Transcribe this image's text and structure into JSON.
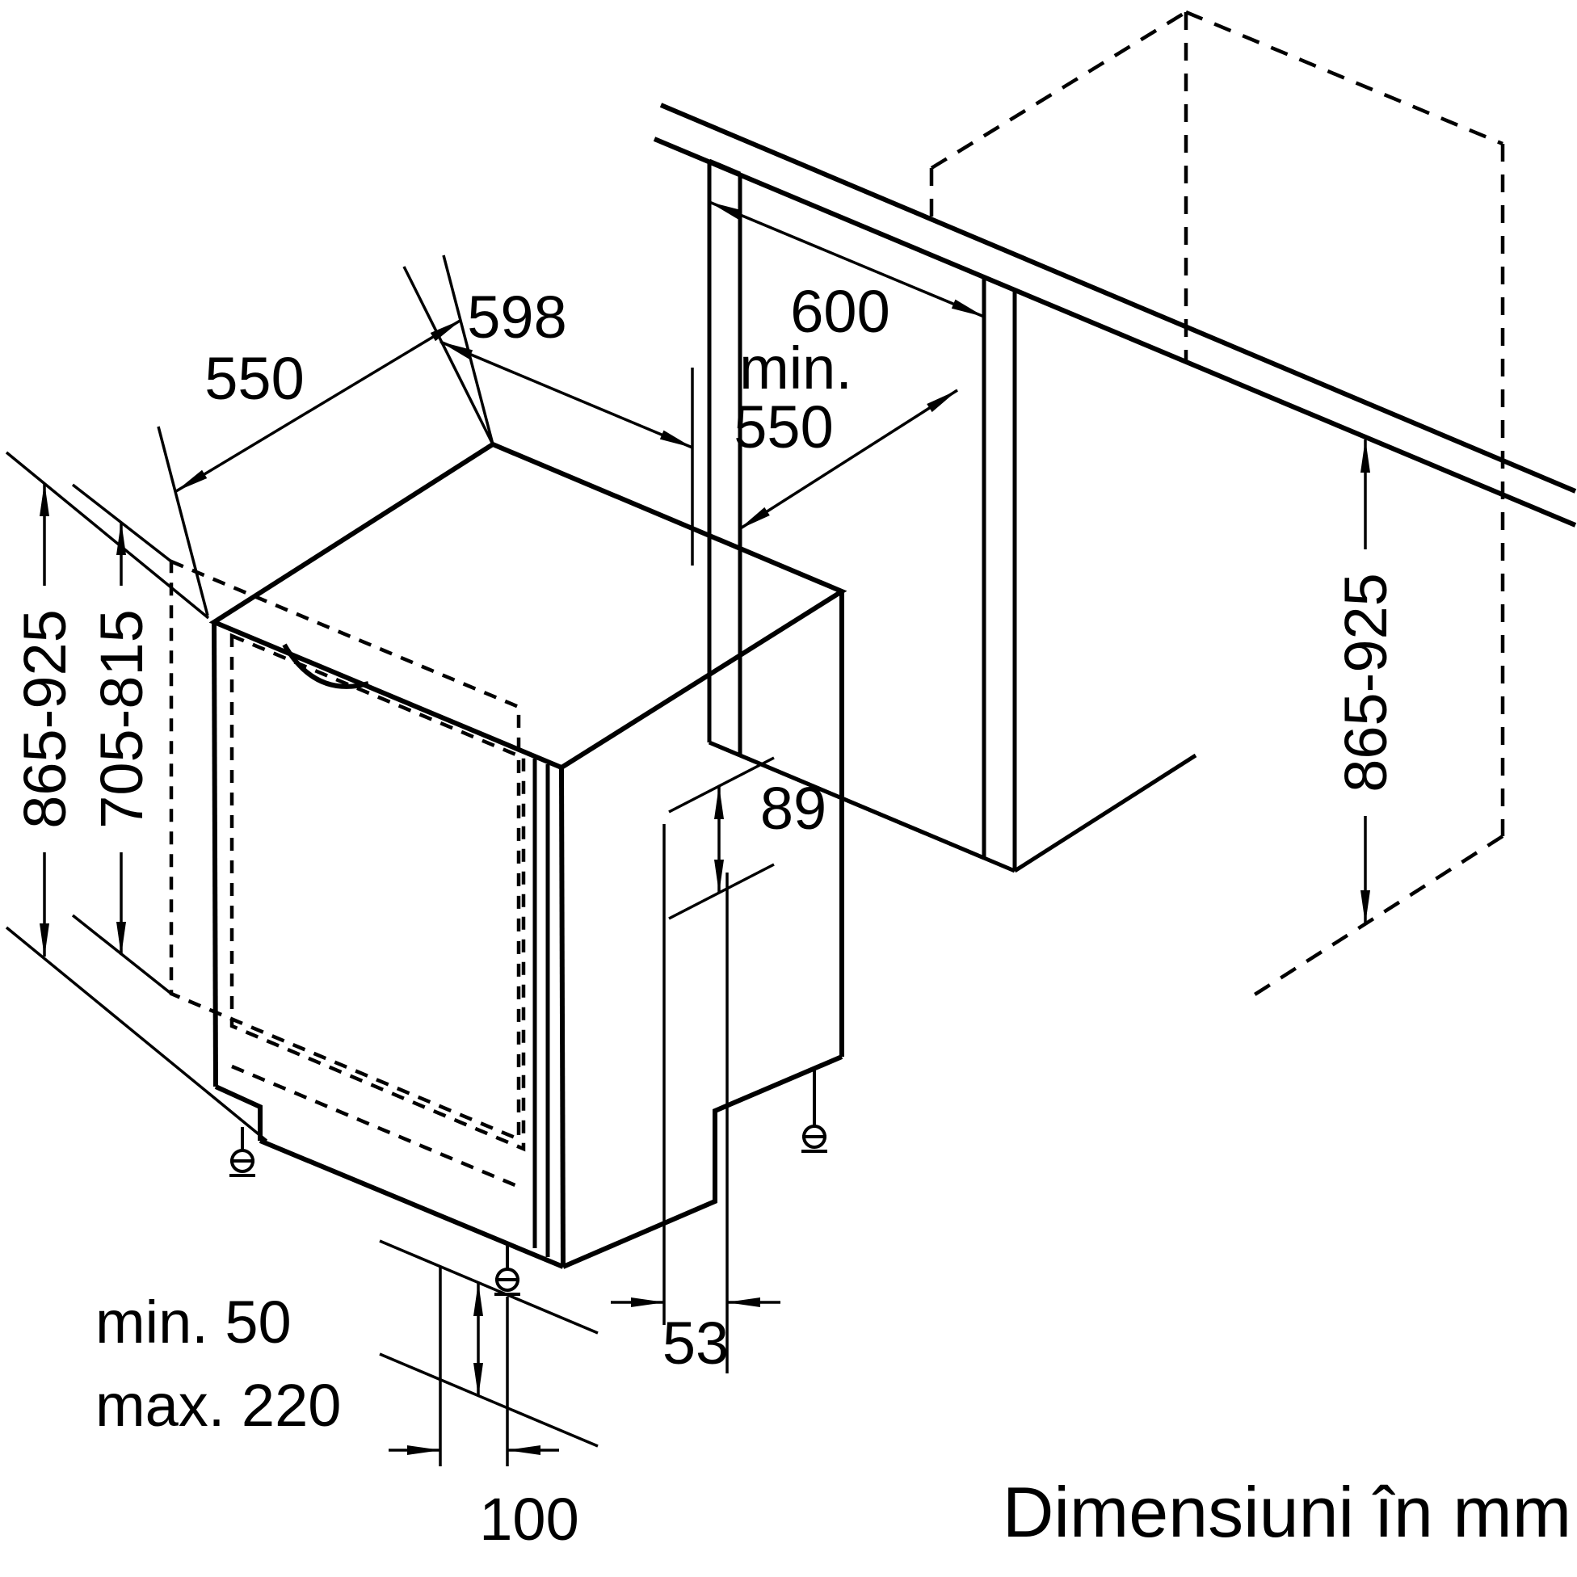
{
  "diagram": {
    "caption": "Dimensiuni în mm",
    "colors": {
      "line": "#000000",
      "background": "#ffffff"
    },
    "dimensions": {
      "top_depth": "550",
      "width": "598",
      "niche_width": "600",
      "niche_depth_min": "min.",
      "niche_depth_value": "550",
      "height_total": "865-925",
      "panel_height": "705-815",
      "niche_height": "865-925",
      "plinth_recess": "89",
      "foot_back_offset": "53",
      "foot_front_offset": "100",
      "plinth_min": "min. 50",
      "plinth_max": "max. 220"
    }
  }
}
